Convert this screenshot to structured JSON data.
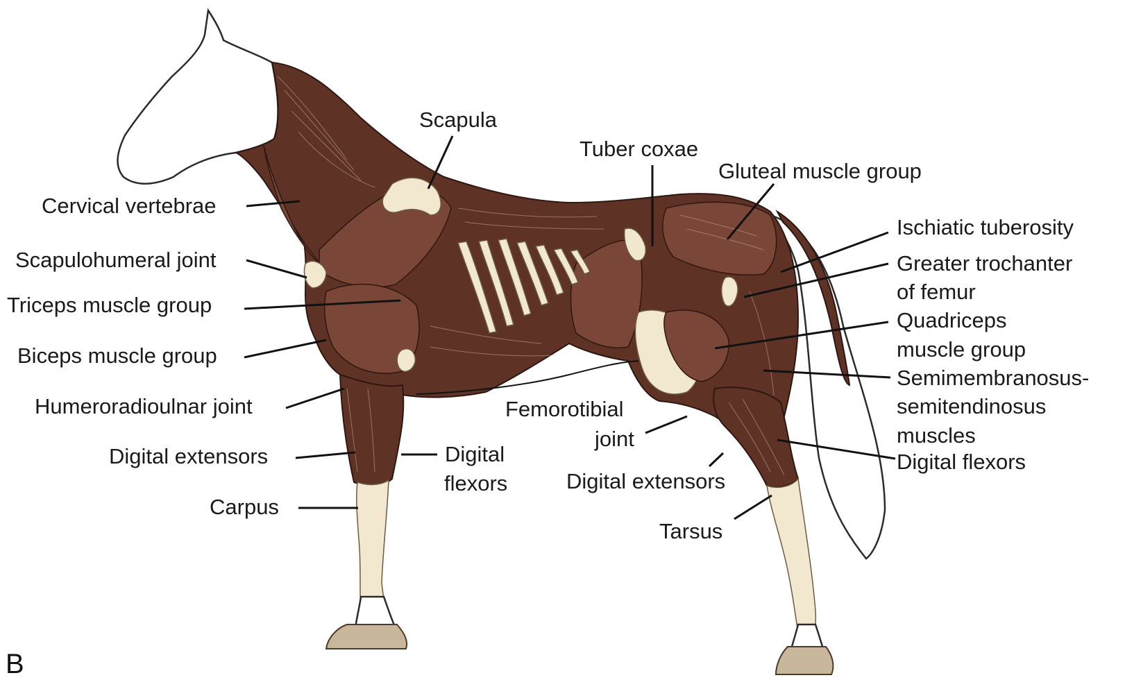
{
  "panel_letter": "B",
  "labels": {
    "scapula": "Scapula",
    "tuber_coxae": "Tuber coxae",
    "gluteal": "Gluteal muscle group",
    "cervical_vertebrae": "Cervical vertebrae",
    "scapulohumeral_joint": "Scapulohumeral joint",
    "triceps": "Triceps muscle group",
    "biceps": "Biceps muscle group",
    "humeroradioulnar_joint": "Humeroradioulnar joint",
    "digital_extensors_fore": "Digital extensors",
    "carpus": "Carpus",
    "digital_flexors_fore_1": "Digital",
    "digital_flexors_fore_2": "flexors",
    "femorotibial_1": "Femorotibial",
    "femorotibial_2": "joint",
    "digital_extensors_hind": "Digital extensors",
    "tarsus": "Tarsus",
    "ischiatic_tuberosity": "Ischiatic tuberosity",
    "greater_trochanter_1": "Greater trochanter",
    "greater_trochanter_2": "of femur",
    "quadriceps_1": "Quadriceps",
    "quadriceps_2": "muscle group",
    "semi_1": "Semimembranosus-",
    "semi_2": "semitendinosus",
    "semi_3": "muscles",
    "digital_flexors_hind": "Digital flexors"
  },
  "colors": {
    "muscle": "#5e3326",
    "bone": "#f2e8d0",
    "hoof": "#c9b79c",
    "text": "#1a1a1a"
  }
}
